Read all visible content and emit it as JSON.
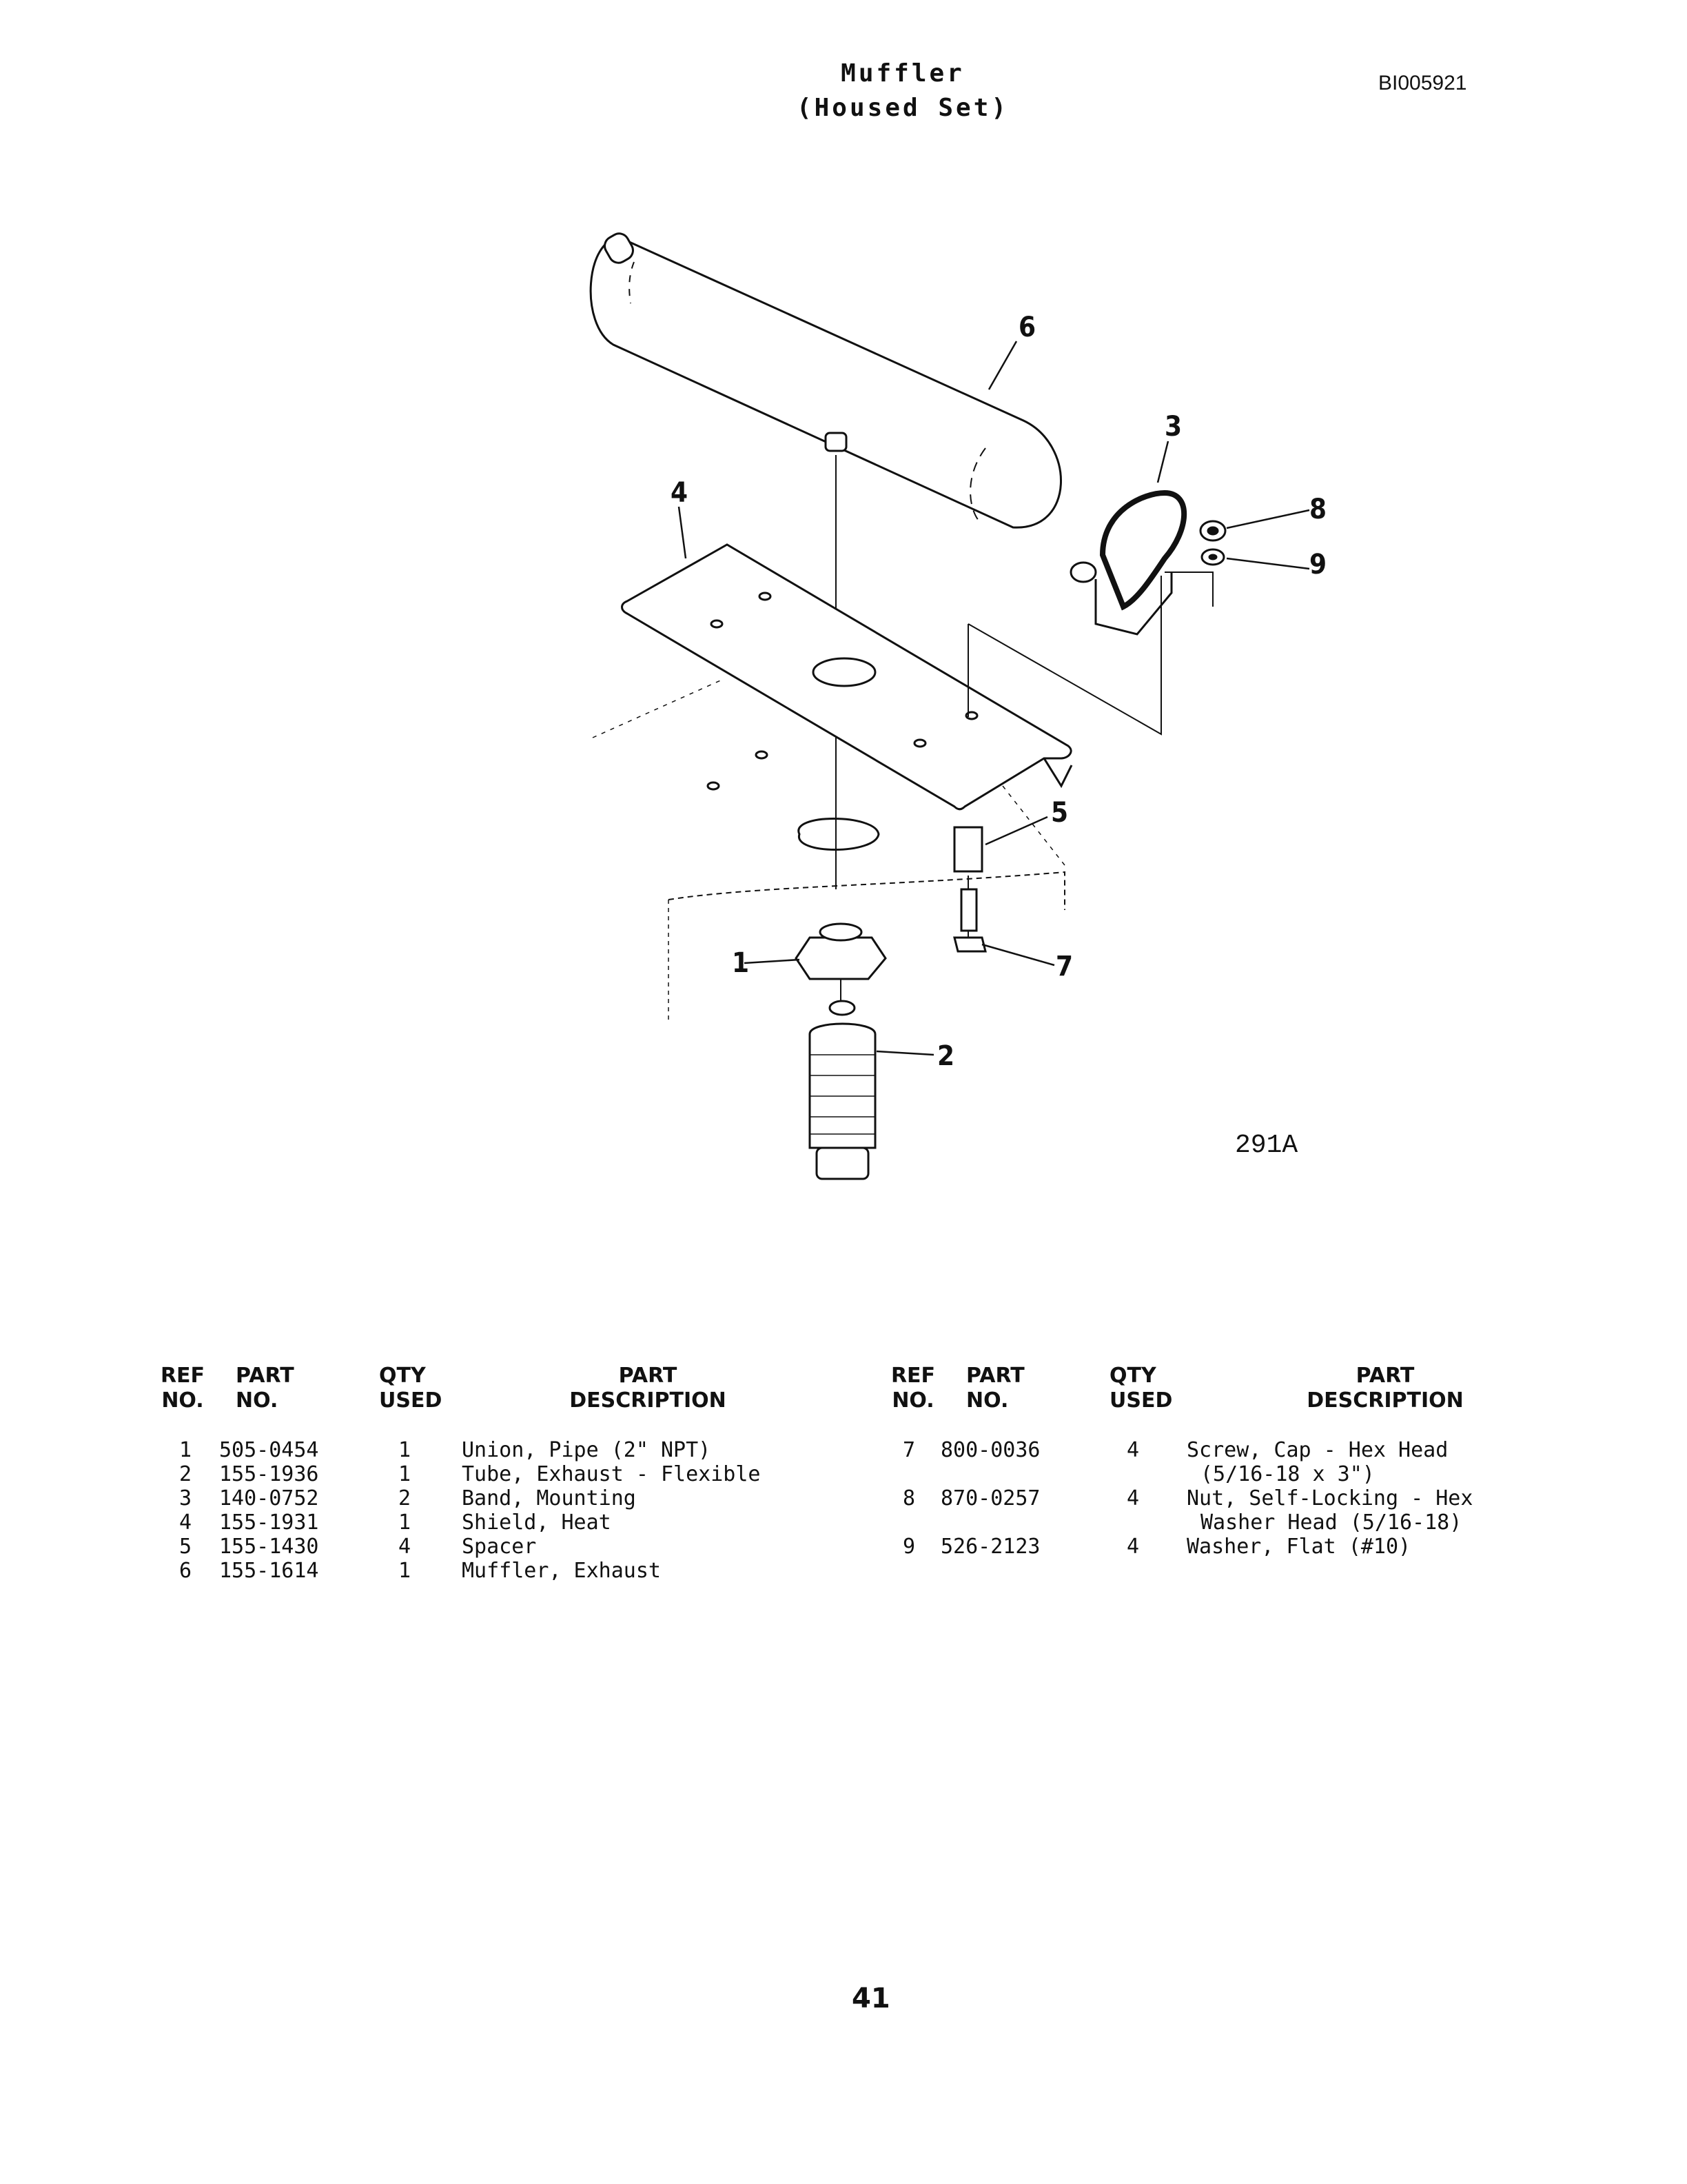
{
  "page": {
    "title_line1": "Muffler",
    "title_line2": "(Housed Set)",
    "doc_id": "BI005921",
    "figure_code": "291A",
    "page_number": "41"
  },
  "callouts": [
    "1",
    "2",
    "3",
    "4",
    "5",
    "6",
    "7",
    "8",
    "9"
  ],
  "table_headers": {
    "ref_line1": "REF",
    "ref_line2": "NO.",
    "part_line1": "PART",
    "part_line2": "NO.",
    "qty_line1": "QTY",
    "qty_line2": "USED",
    "desc_line1": "PART",
    "desc_line2": "DESCRIPTION"
  },
  "left_parts": [
    {
      "ref": "1",
      "part": "505-0454",
      "qty": "1",
      "desc": "Union, Pipe (2\" NPT)"
    },
    {
      "ref": "2",
      "part": "155-1936",
      "qty": "1",
      "desc": "Tube, Exhaust - Flexible"
    },
    {
      "ref": "3",
      "part": "140-0752",
      "qty": "2",
      "desc": "Band, Mounting"
    },
    {
      "ref": "4",
      "part": "155-1931",
      "qty": "1",
      "desc": "Shield, Heat"
    },
    {
      "ref": "5",
      "part": "155-1430",
      "qty": "4",
      "desc": "Spacer"
    },
    {
      "ref": "6",
      "part": "155-1614",
      "qty": "1",
      "desc": "Muffler, Exhaust"
    }
  ],
  "right_parts": [
    {
      "ref": "7",
      "part": "800-0036",
      "qty": "4",
      "desc": "Screw, Cap - Hex Head",
      "desc2": "(5/16-18 x 3\")"
    },
    {
      "ref": "8",
      "part": "870-0257",
      "qty": "4",
      "desc": "Nut, Self-Locking - Hex",
      "desc2": "Washer Head (5/16-18)"
    },
    {
      "ref": "9",
      "part": "526-2123",
      "qty": "4",
      "desc": "Washer, Flat (#10)",
      "desc2": ""
    }
  ]
}
